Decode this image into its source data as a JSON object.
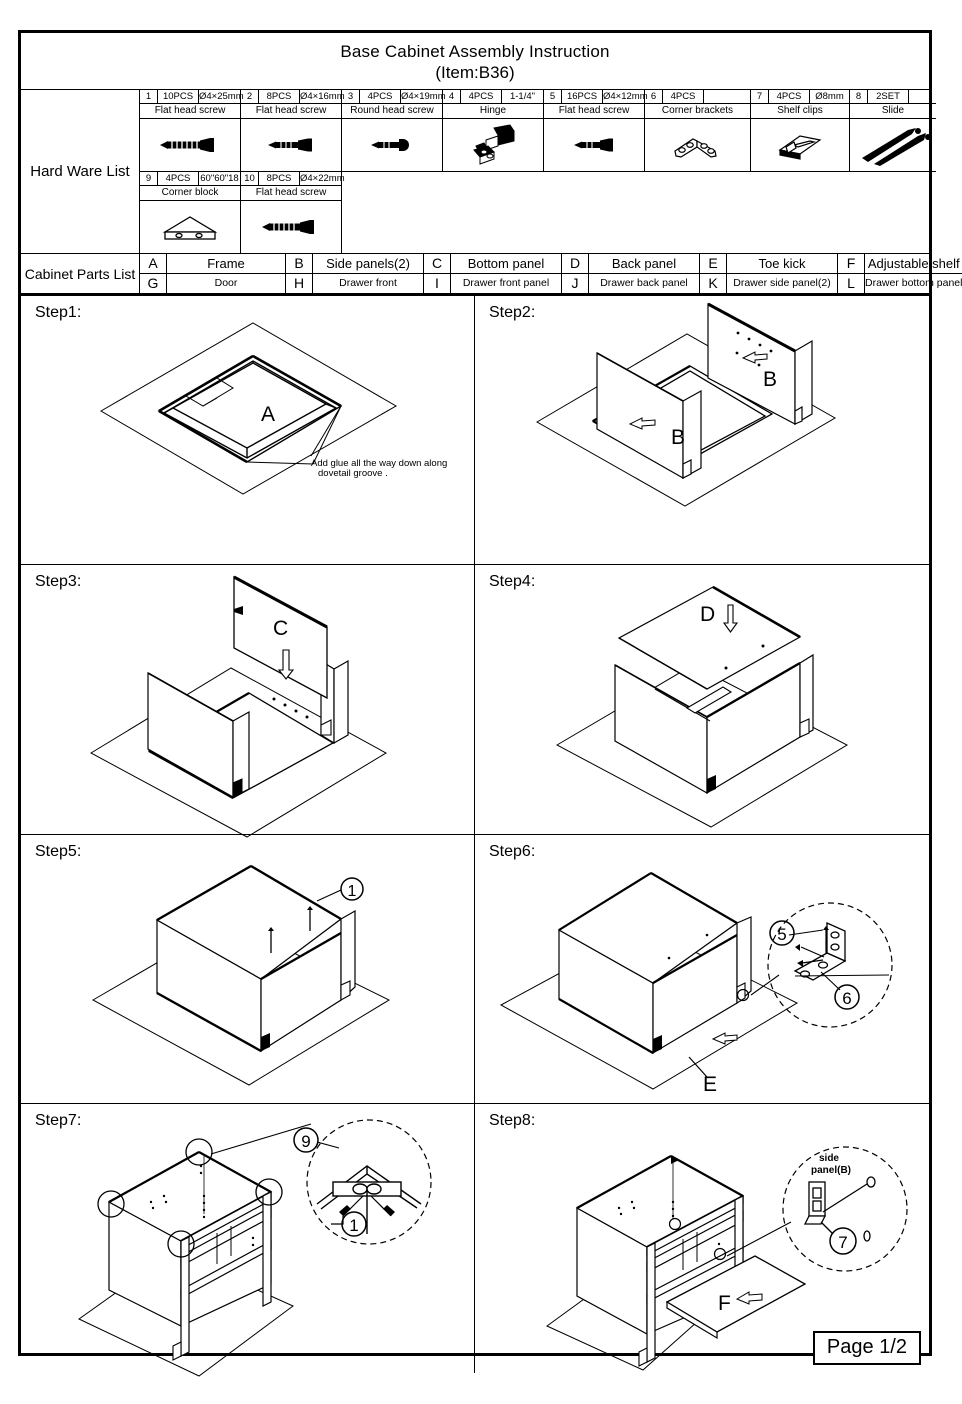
{
  "document": {
    "title": "Base Cabinet Assembly Instruction",
    "item": "(Item:B36)",
    "page_number": "Page 1/2"
  },
  "hardware_list": {
    "label": "Hard Ware List",
    "items": [
      {
        "no": "1",
        "qty": "10PCS",
        "dim": "Ø4×25mm",
        "name": "Flat head screw",
        "icon": "flat-head-screw-long-icon"
      },
      {
        "no": "2",
        "qty": "8PCS",
        "dim": "Ø4×16mm",
        "name": "Flat head screw",
        "icon": "flat-head-screw-short-icon"
      },
      {
        "no": "3",
        "qty": "4PCS",
        "dim": "Ø4×19mm",
        "name": "Round head screw",
        "icon": "round-head-screw-icon"
      },
      {
        "no": "4",
        "qty": "4PCS",
        "dim": "1-1/4\"",
        "name": "Hinge",
        "icon": "hinge-icon"
      },
      {
        "no": "5",
        "qty": "16PCS",
        "dim": "Ø4×12mm",
        "name": "Flat head screw",
        "icon": "flat-head-screw-short-icon"
      },
      {
        "no": "6",
        "qty": "4PCS",
        "dim": "",
        "name": "Corner brackets",
        "icon": "corner-bracket-icon"
      },
      {
        "no": "7",
        "qty": "4PCS",
        "dim": "Ø8mm",
        "name": "Shelf clips",
        "icon": "shelf-clip-icon"
      },
      {
        "no": "8",
        "qty": "2SET",
        "dim": "",
        "name": "Slide",
        "icon": "slide-icon"
      },
      {
        "no": "9",
        "qty": "4PCS",
        "dim": "60\"60\"18",
        "name": "Corner block",
        "icon": "corner-block-icon"
      },
      {
        "no": "10",
        "qty": "8PCS",
        "dim": "Ø4×22mm",
        "name": "Flat head screw",
        "icon": "flat-head-screw-long-icon"
      }
    ]
  },
  "parts_list": {
    "label": "Cabinet Parts List",
    "items": [
      {
        "key": "A",
        "name": "Frame"
      },
      {
        "key": "B",
        "name": "Side panels(2)"
      },
      {
        "key": "C",
        "name": "Bottom panel"
      },
      {
        "key": "D",
        "name": "Back panel"
      },
      {
        "key": "E",
        "name": "Toe kick"
      },
      {
        "key": "F",
        "name": "Adjustable shelf"
      },
      {
        "key": "G",
        "name": "Door"
      },
      {
        "key": "H",
        "name": "Drawer front"
      },
      {
        "key": "I",
        "name": "Drawer front panel"
      },
      {
        "key": "J",
        "name": "Drawer back panel"
      },
      {
        "key": "K",
        "name": "Drawer side panel(2)"
      },
      {
        "key": "L",
        "name": "Drawer bottom panel"
      }
    ]
  },
  "steps": [
    {
      "label": "Step1:",
      "part_labels": [
        "A"
      ],
      "note": "Add glue all the way down along",
      "note2": "dovetail groove ."
    },
    {
      "label": "Step2:",
      "part_labels": [
        "B",
        "B"
      ]
    },
    {
      "label": "Step3:",
      "part_labels": [
        "C"
      ]
    },
    {
      "label": "Step4:",
      "part_labels": [
        "D"
      ]
    },
    {
      "label": "Step5:",
      "callouts": [
        "1"
      ]
    },
    {
      "label": "Step6:",
      "part_labels": [
        "E"
      ],
      "callouts": [
        "5",
        "6"
      ]
    },
    {
      "label": "Step7:",
      "callouts": [
        "9",
        "1"
      ]
    },
    {
      "label": "Step8:",
      "part_labels": [
        "F"
      ],
      "callouts": [
        "7"
      ],
      "detail_text_line1": "side",
      "detail_text_line2": "panel(B)"
    }
  ]
}
